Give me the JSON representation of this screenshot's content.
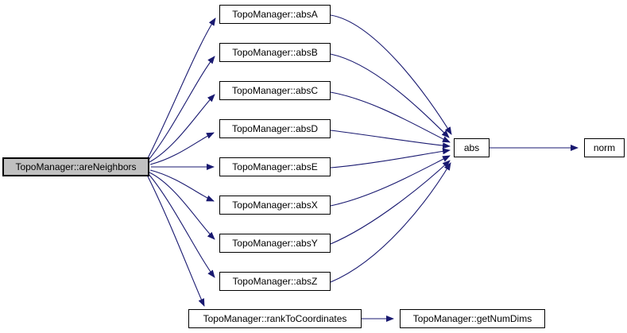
{
  "diagram": {
    "type": "call-graph",
    "colors": {
      "background": "#ffffff",
      "edge": "#191970",
      "node_border": "#000000",
      "node_fill": "#ffffff",
      "highlight_fill": "#c0c0c0",
      "text": "#000000"
    },
    "nodes": [
      {
        "id": "areNeighbors",
        "label": "TopoManager::areNeighbors",
        "highlighted": true
      },
      {
        "id": "absA",
        "label": "TopoManager::absA"
      },
      {
        "id": "absB",
        "label": "TopoManager::absB"
      },
      {
        "id": "absC",
        "label": "TopoManager::absC"
      },
      {
        "id": "absD",
        "label": "TopoManager::absD"
      },
      {
        "id": "absE",
        "label": "TopoManager::absE"
      },
      {
        "id": "absX",
        "label": "TopoManager::absX"
      },
      {
        "id": "absY",
        "label": "TopoManager::absY"
      },
      {
        "id": "absZ",
        "label": "TopoManager::absZ"
      },
      {
        "id": "rankToCoordinates",
        "label": "TopoManager::rankToCoordinates"
      },
      {
        "id": "getNumDims",
        "label": "TopoManager::getNumDims"
      },
      {
        "id": "abs",
        "label": "abs"
      },
      {
        "id": "norm",
        "label": "norm"
      }
    ],
    "edges": [
      {
        "from": "areNeighbors",
        "to": "absA"
      },
      {
        "from": "areNeighbors",
        "to": "absB"
      },
      {
        "from": "areNeighbors",
        "to": "absC"
      },
      {
        "from": "areNeighbors",
        "to": "absD"
      },
      {
        "from": "areNeighbors",
        "to": "absE"
      },
      {
        "from": "areNeighbors",
        "to": "absX"
      },
      {
        "from": "areNeighbors",
        "to": "absY"
      },
      {
        "from": "areNeighbors",
        "to": "absZ"
      },
      {
        "from": "areNeighbors",
        "to": "rankToCoordinates"
      },
      {
        "from": "absA",
        "to": "abs"
      },
      {
        "from": "absB",
        "to": "abs"
      },
      {
        "from": "absC",
        "to": "abs"
      },
      {
        "from": "absD",
        "to": "abs"
      },
      {
        "from": "absE",
        "to": "abs"
      },
      {
        "from": "absX",
        "to": "abs"
      },
      {
        "from": "absY",
        "to": "abs"
      },
      {
        "from": "absZ",
        "to": "abs"
      },
      {
        "from": "abs",
        "to": "norm"
      },
      {
        "from": "rankToCoordinates",
        "to": "getNumDims"
      }
    ]
  }
}
